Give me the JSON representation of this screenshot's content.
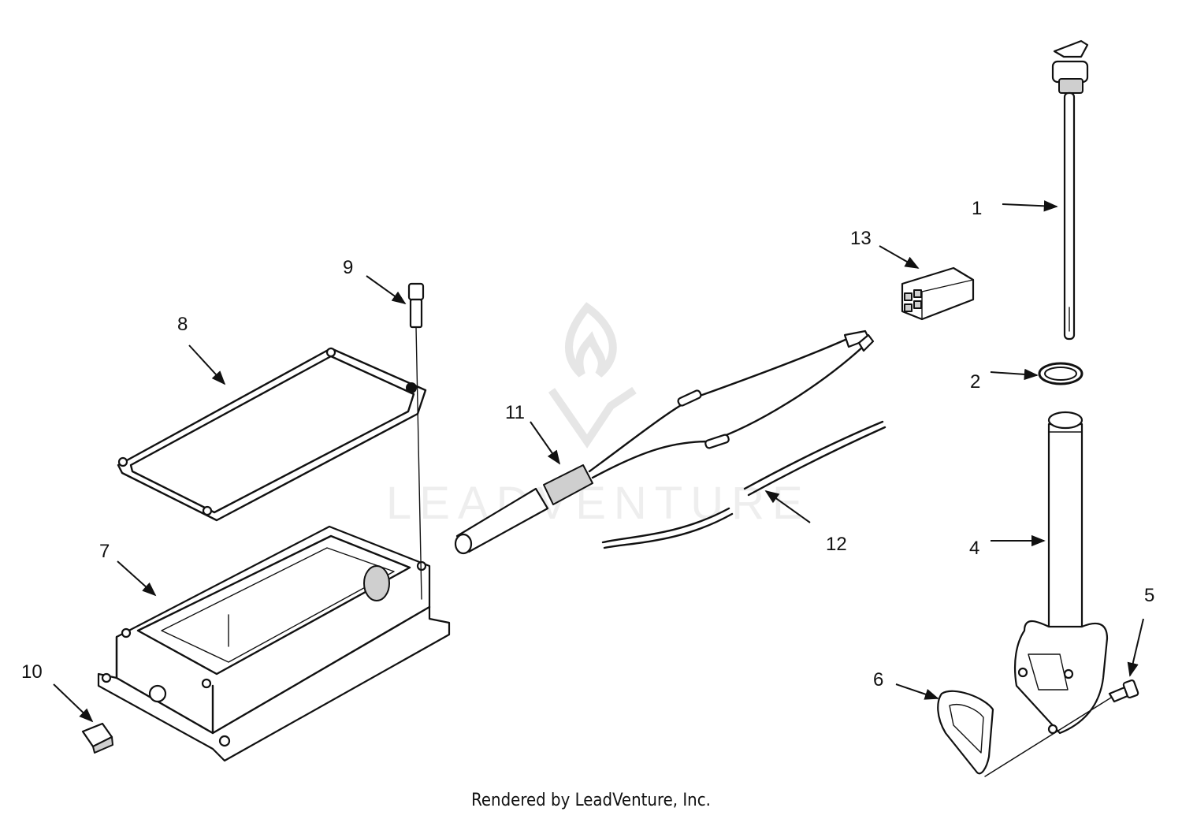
{
  "callouts": {
    "c1": "1",
    "c2": "2",
    "c4": "4",
    "c5": "5",
    "c6": "6",
    "c7": "7",
    "c8": "8",
    "c9": "9",
    "c10": "10",
    "c11": "11",
    "c12": "12",
    "c13": "13"
  },
  "watermark": {
    "text": "LEADVENTURE"
  },
  "footer": {
    "credit": "Rendered by LeadVenture, Inc."
  },
  "colors": {
    "line": "#111111",
    "background": "#ffffff",
    "watermark": "#e6e6e6"
  }
}
